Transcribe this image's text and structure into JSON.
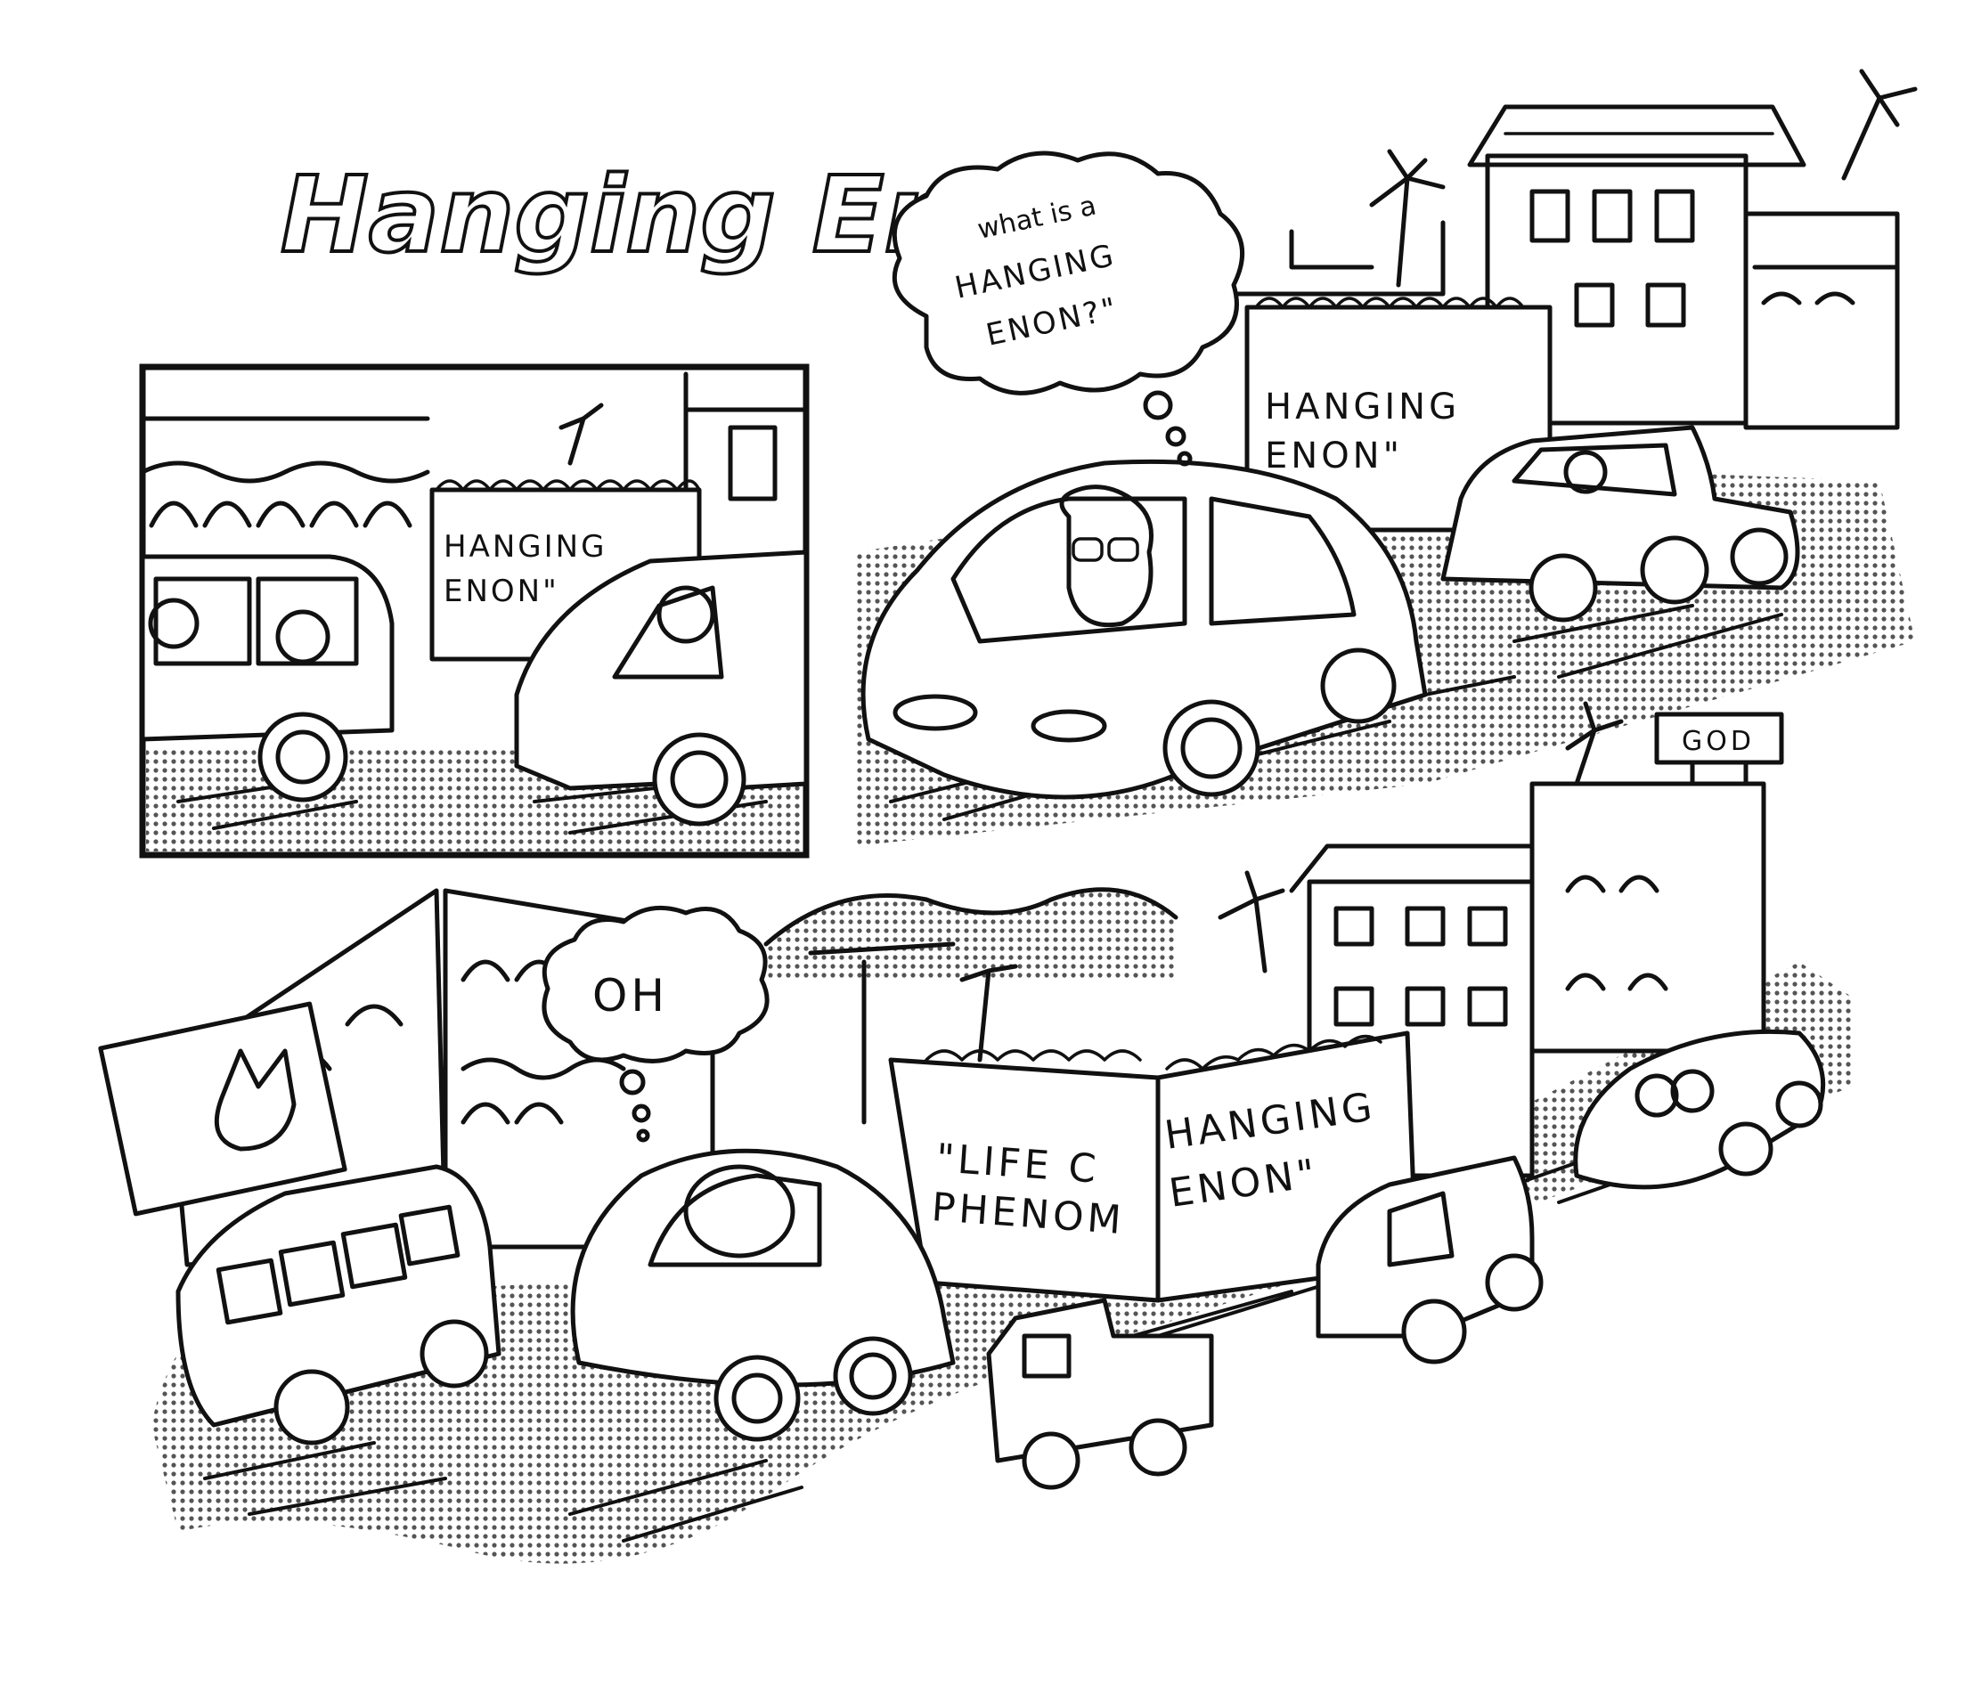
{
  "title": "Hanging Enon\"",
  "panel1_truck": {
    "line1": "HANGING",
    "line2": "ENON\""
  },
  "thought_bubble": {
    "line1": "what is a",
    "line2": "HANGING",
    "line3": "ENON?\""
  },
  "panel2_truck": {
    "line1": "HANGING",
    "line2": "ENON\""
  },
  "sign_god": "GOD",
  "thought_oh": "OH",
  "billboard_left": {
    "line1": "\"LIFE C",
    "line2": "PHENOM"
  },
  "billboard_right": {
    "line1": "HANGING",
    "line2": "ENON\""
  }
}
